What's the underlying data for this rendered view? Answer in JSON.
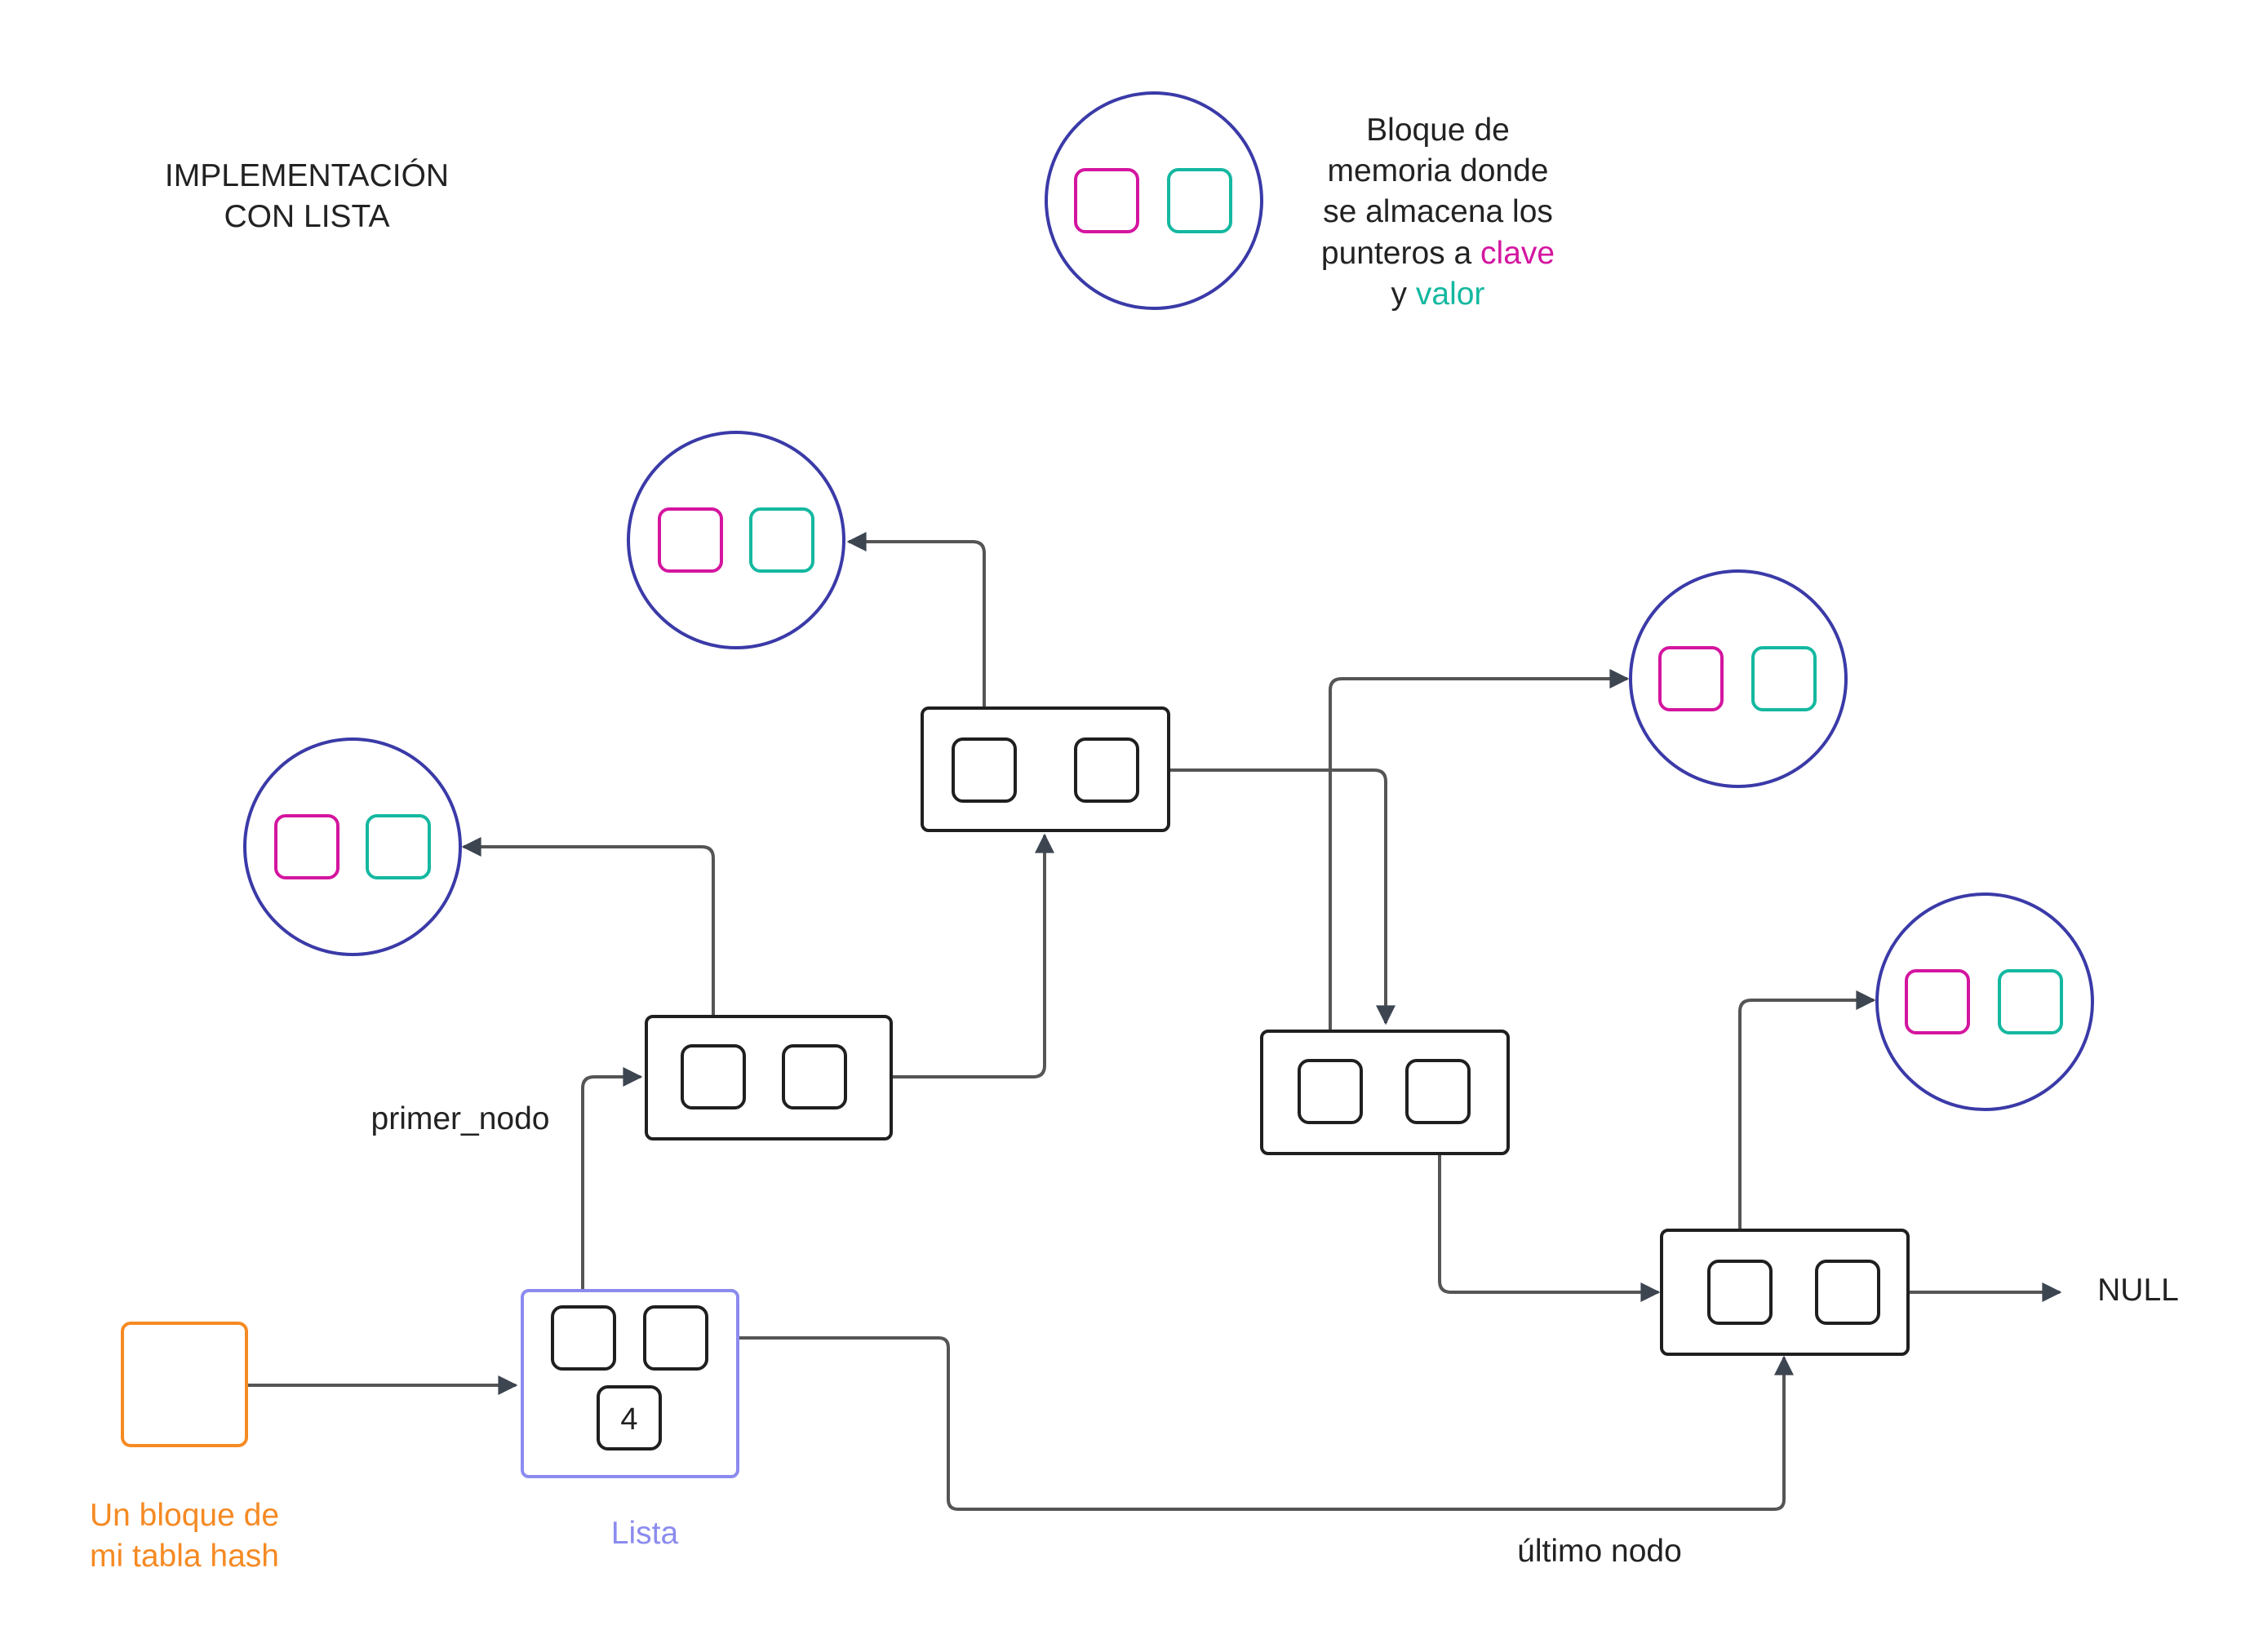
{
  "title": [
    "IMPLEMENTACIÓN",
    "CON LISTA"
  ],
  "legend": {
    "lines": [
      "Bloque de",
      "memoria donde",
      "se almacena los"
    ],
    "line4_prefix": "punteros a ",
    "clave_word": "clave",
    "line5_prefix": "y ",
    "valor_word": "valor"
  },
  "labels": {
    "hash_block": [
      "Un bloque de",
      "mi tabla hash"
    ],
    "lista": "Lista",
    "count": "4",
    "primer_nodo": "primer_nodo",
    "ultimo_nodo": "último nodo",
    "null": "NULL"
  },
  "colors": {
    "clave": "#d4159f",
    "valor": "#14b8a0",
    "circle": "#3a3aa8",
    "lista": "#8b8bef",
    "hash_block": "#f58a23",
    "node": "#1f1f1f",
    "arrow": "#555555",
    "text": "#222222"
  }
}
